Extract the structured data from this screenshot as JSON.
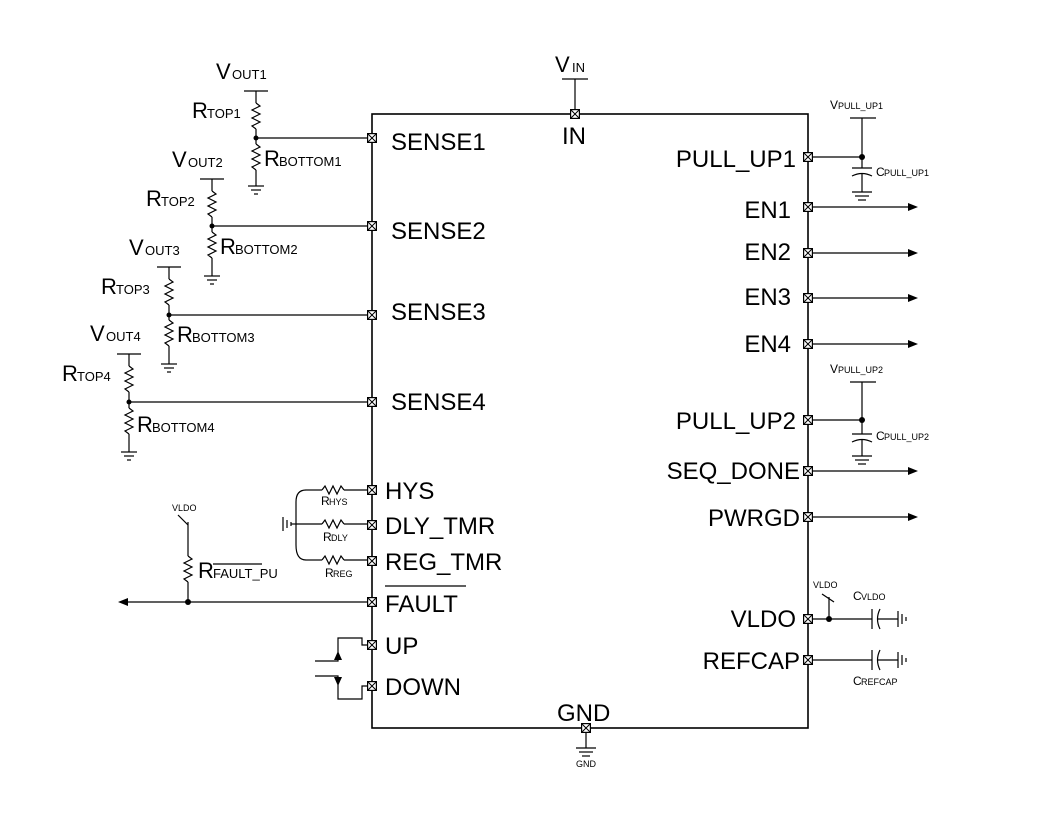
{
  "chip": {
    "left_pins": [
      "SENSE1",
      "SENSE2",
      "SENSE3",
      "SENSE4",
      "HYS",
      "DLY_TMR",
      "REG_TMR",
      "FAULT",
      "UP",
      "DOWN"
    ],
    "right_pins": [
      "PULL_UP1",
      "EN1",
      "EN2",
      "EN3",
      "EN4",
      "PULL_UP2",
      "SEQ_DONE",
      "PWRGD",
      "VLDO",
      "REFCAP"
    ],
    "top_pin": "IN",
    "bottom_pin": "GND"
  },
  "supplies": {
    "vin": {
      "main": "V",
      "sub": "IN"
    },
    "vout": [
      {
        "main": "V",
        "sub": "OUT1"
      },
      {
        "main": "V",
        "sub": "OUT2"
      },
      {
        "main": "V",
        "sub": "OUT3"
      },
      {
        "main": "V",
        "sub": "OUT4"
      }
    ],
    "vpull_up1": {
      "main": "V",
      "sub": "PULL_UP1"
    },
    "vpull_up2": {
      "main": "V",
      "sub": "PULL_UP2"
    },
    "vldo_left": "VLDO",
    "vldo_right": "VLDO",
    "gnd_label": "GND"
  },
  "resistors": {
    "rtop": [
      {
        "main": "R",
        "sub": "TOP1"
      },
      {
        "main": "R",
        "sub": "TOP2"
      },
      {
        "main": "R",
        "sub": "TOP3"
      },
      {
        "main": "R",
        "sub": "TOP4"
      }
    ],
    "rbottom": [
      {
        "main": "R",
        "sub": "BOTTOM1"
      },
      {
        "main": "R",
        "sub": "BOTTOM2"
      },
      {
        "main": "R",
        "sub": "BOTTOM3"
      },
      {
        "main": "R",
        "sub": "BOTTOM4"
      }
    ],
    "rhys": {
      "main": "R",
      "sub": "HYS"
    },
    "rdly": {
      "main": "R",
      "sub": "DLY"
    },
    "rreg": {
      "main": "R",
      "sub": "REG"
    },
    "rfault": {
      "main": "R",
      "sub": "FAULT_PU"
    }
  },
  "capacitors": {
    "cpull_up1": {
      "main": "C",
      "sub": "PULL_UP1"
    },
    "cpull_up2": {
      "main": "C",
      "sub": "PULL_UP2"
    },
    "cvldo": {
      "main": "C",
      "sub": "VLDO"
    },
    "crefcap": {
      "main": "C",
      "sub": "REFCAP"
    }
  }
}
